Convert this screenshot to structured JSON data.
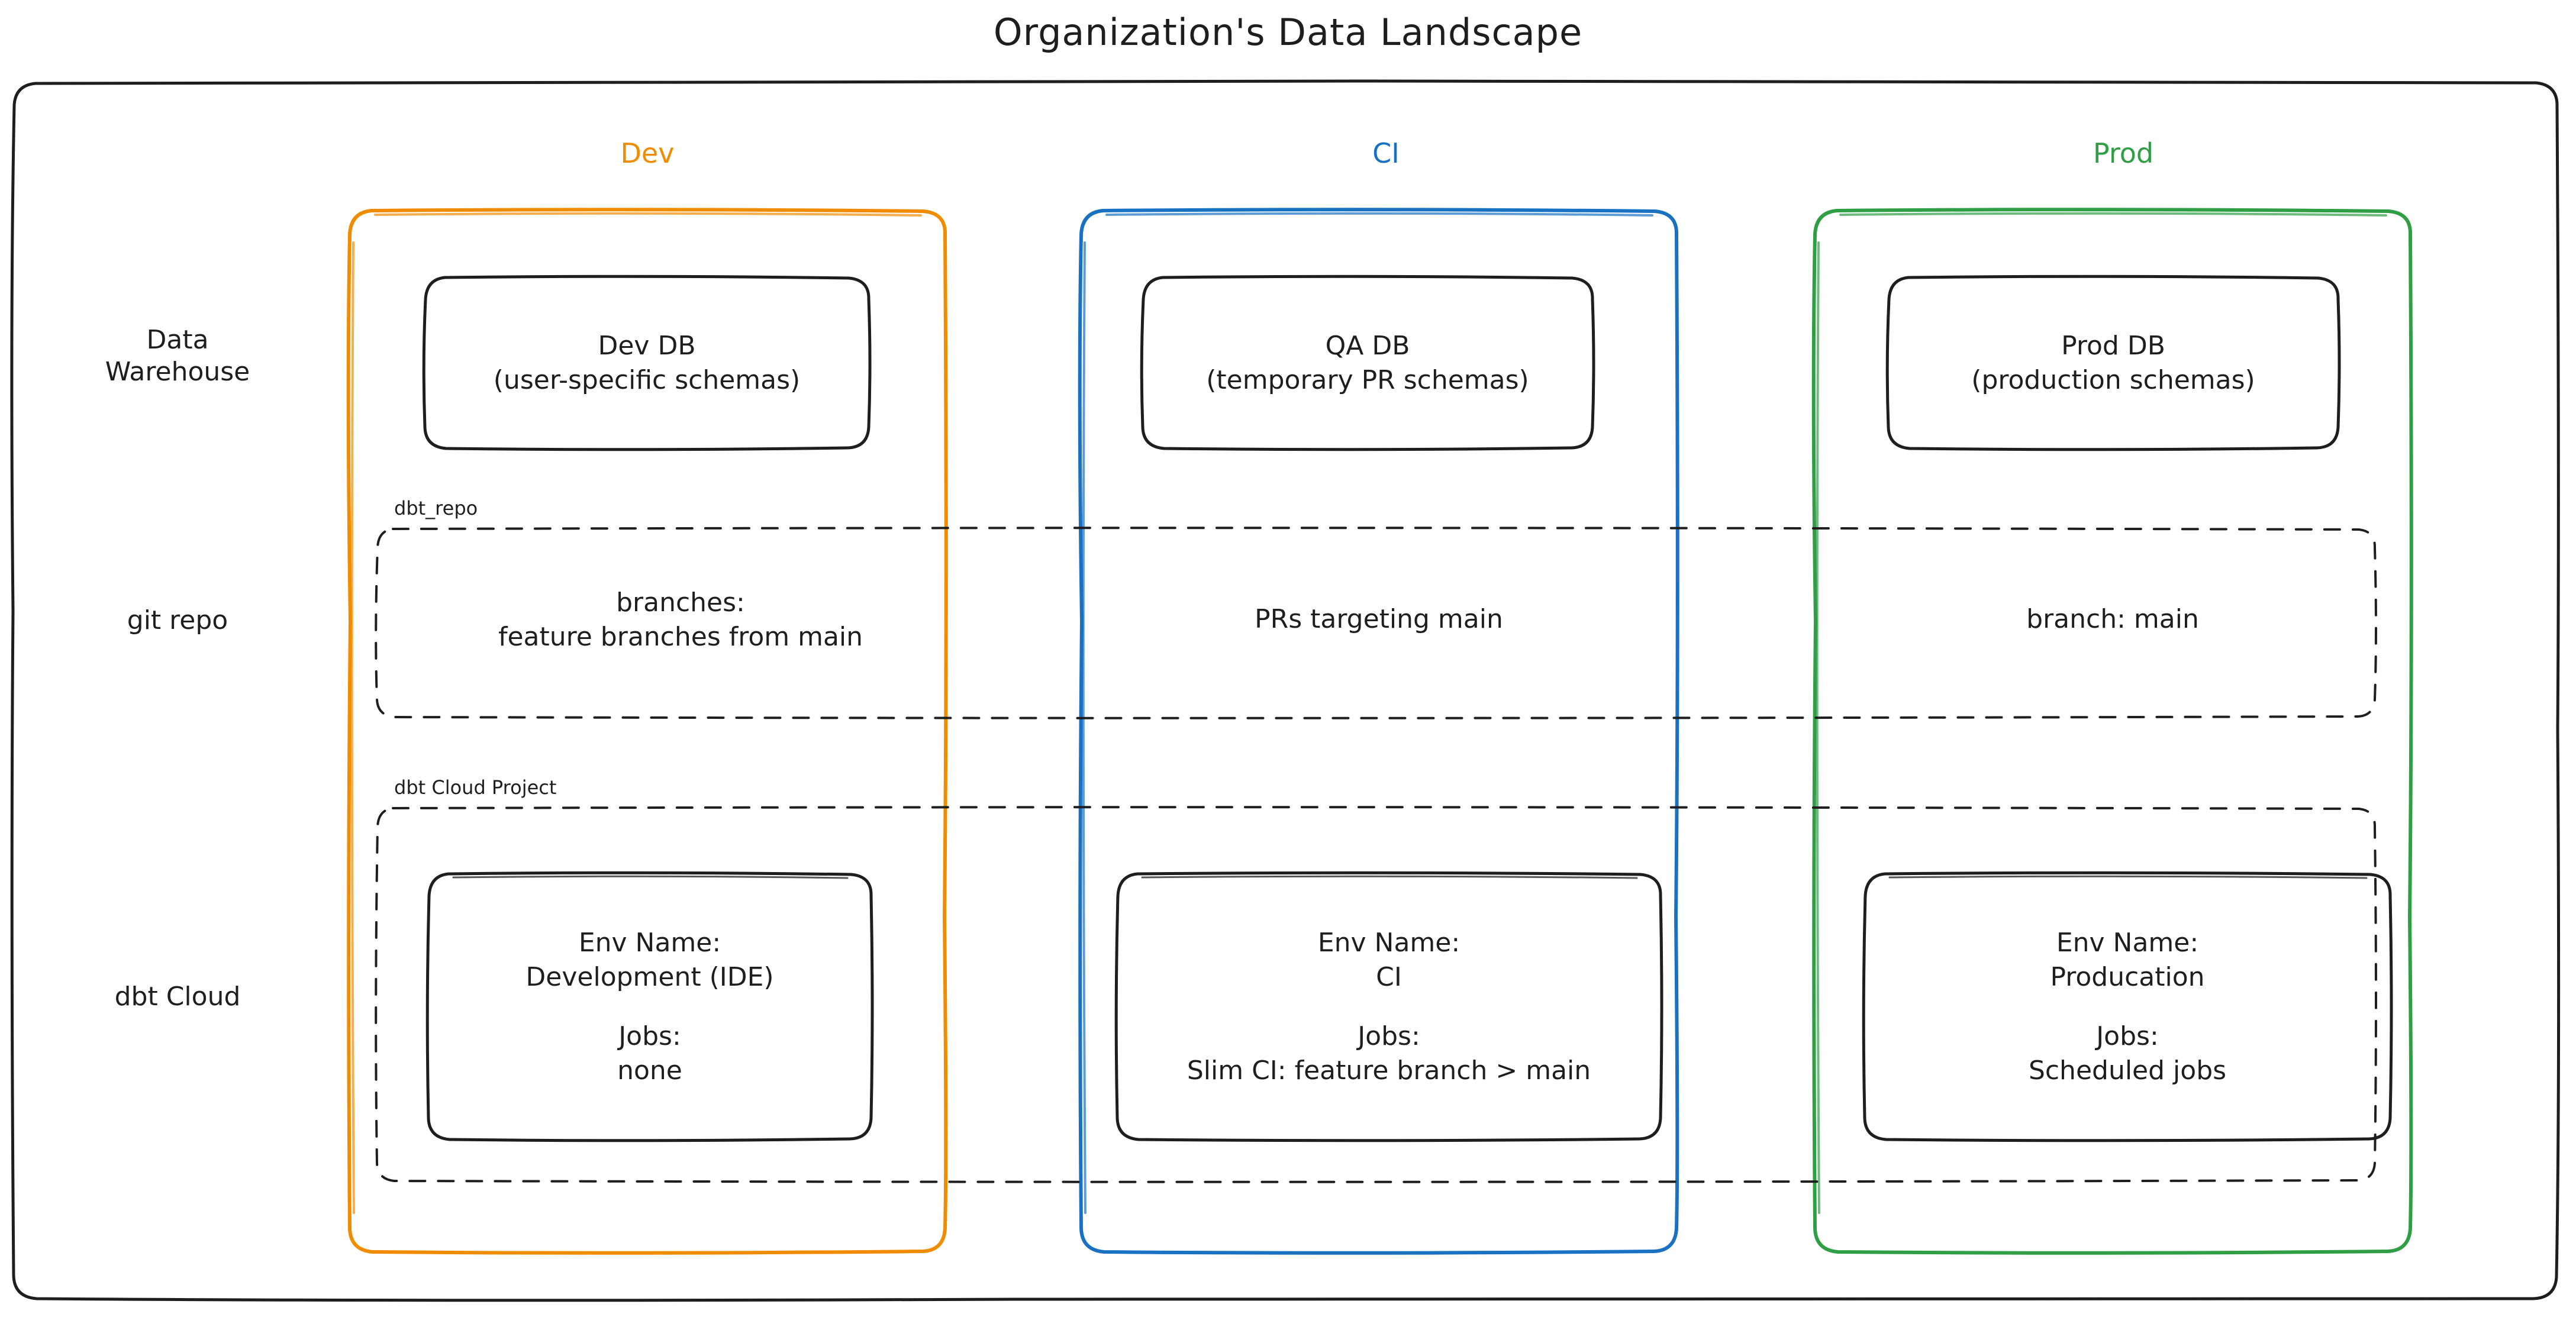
{
  "title": "Organization's Data Landscape",
  "colors": {
    "dev": "#f08c00",
    "ci": "#1971c2",
    "prod": "#2f9e44",
    "stroke": "#1e1e1e",
    "background": "#ffffff"
  },
  "columns": [
    {
      "key": "dev",
      "label": "Dev",
      "color": "#f08c00"
    },
    {
      "key": "ci",
      "label": "CI",
      "color": "#1971c2"
    },
    {
      "key": "prod",
      "label": "Prod",
      "color": "#2f9e44"
    }
  ],
  "rows": [
    {
      "key": "warehouse",
      "label_line1": "Data",
      "label_line2": "Warehouse"
    },
    {
      "key": "git",
      "label_line1": "git repo",
      "label_line2": ""
    },
    {
      "key": "dbtcloud",
      "label_line1": "dbt Cloud",
      "label_line2": ""
    }
  ],
  "groups": [
    {
      "key": "git_repo",
      "label": "dbt_repo"
    },
    {
      "key": "dbt_cloud_project",
      "label": "dbt Cloud Project"
    }
  ],
  "warehouse": {
    "dev": {
      "line1": "Dev DB",
      "line2": "(user-specific schemas)"
    },
    "ci": {
      "line1": "QA DB",
      "line2": "(temporary PR schemas)"
    },
    "prod": {
      "line1": "Prod DB",
      "line2": "(production schemas)"
    }
  },
  "git_repo": {
    "dev": {
      "line1": "branches:",
      "line2": "feature branches from main"
    },
    "ci": {
      "line1": "PRs targeting main",
      "line2": ""
    },
    "prod": {
      "line1": "branch: main",
      "line2": ""
    }
  },
  "dbt_cloud": {
    "dev": {
      "env_name_label": "Env Name:",
      "env_name_value": "Development (IDE)",
      "jobs_label": "Jobs:",
      "jobs_value": "none"
    },
    "ci": {
      "env_name_label": "Env Name:",
      "env_name_value": "CI",
      "jobs_label": "Jobs:",
      "jobs_value": "Slim CI: feature branch > main"
    },
    "prod": {
      "env_name_label": "Env Name:",
      "env_name_value": "Producation",
      "jobs_label": "Jobs:",
      "jobs_value": "Scheduled jobs"
    }
  }
}
